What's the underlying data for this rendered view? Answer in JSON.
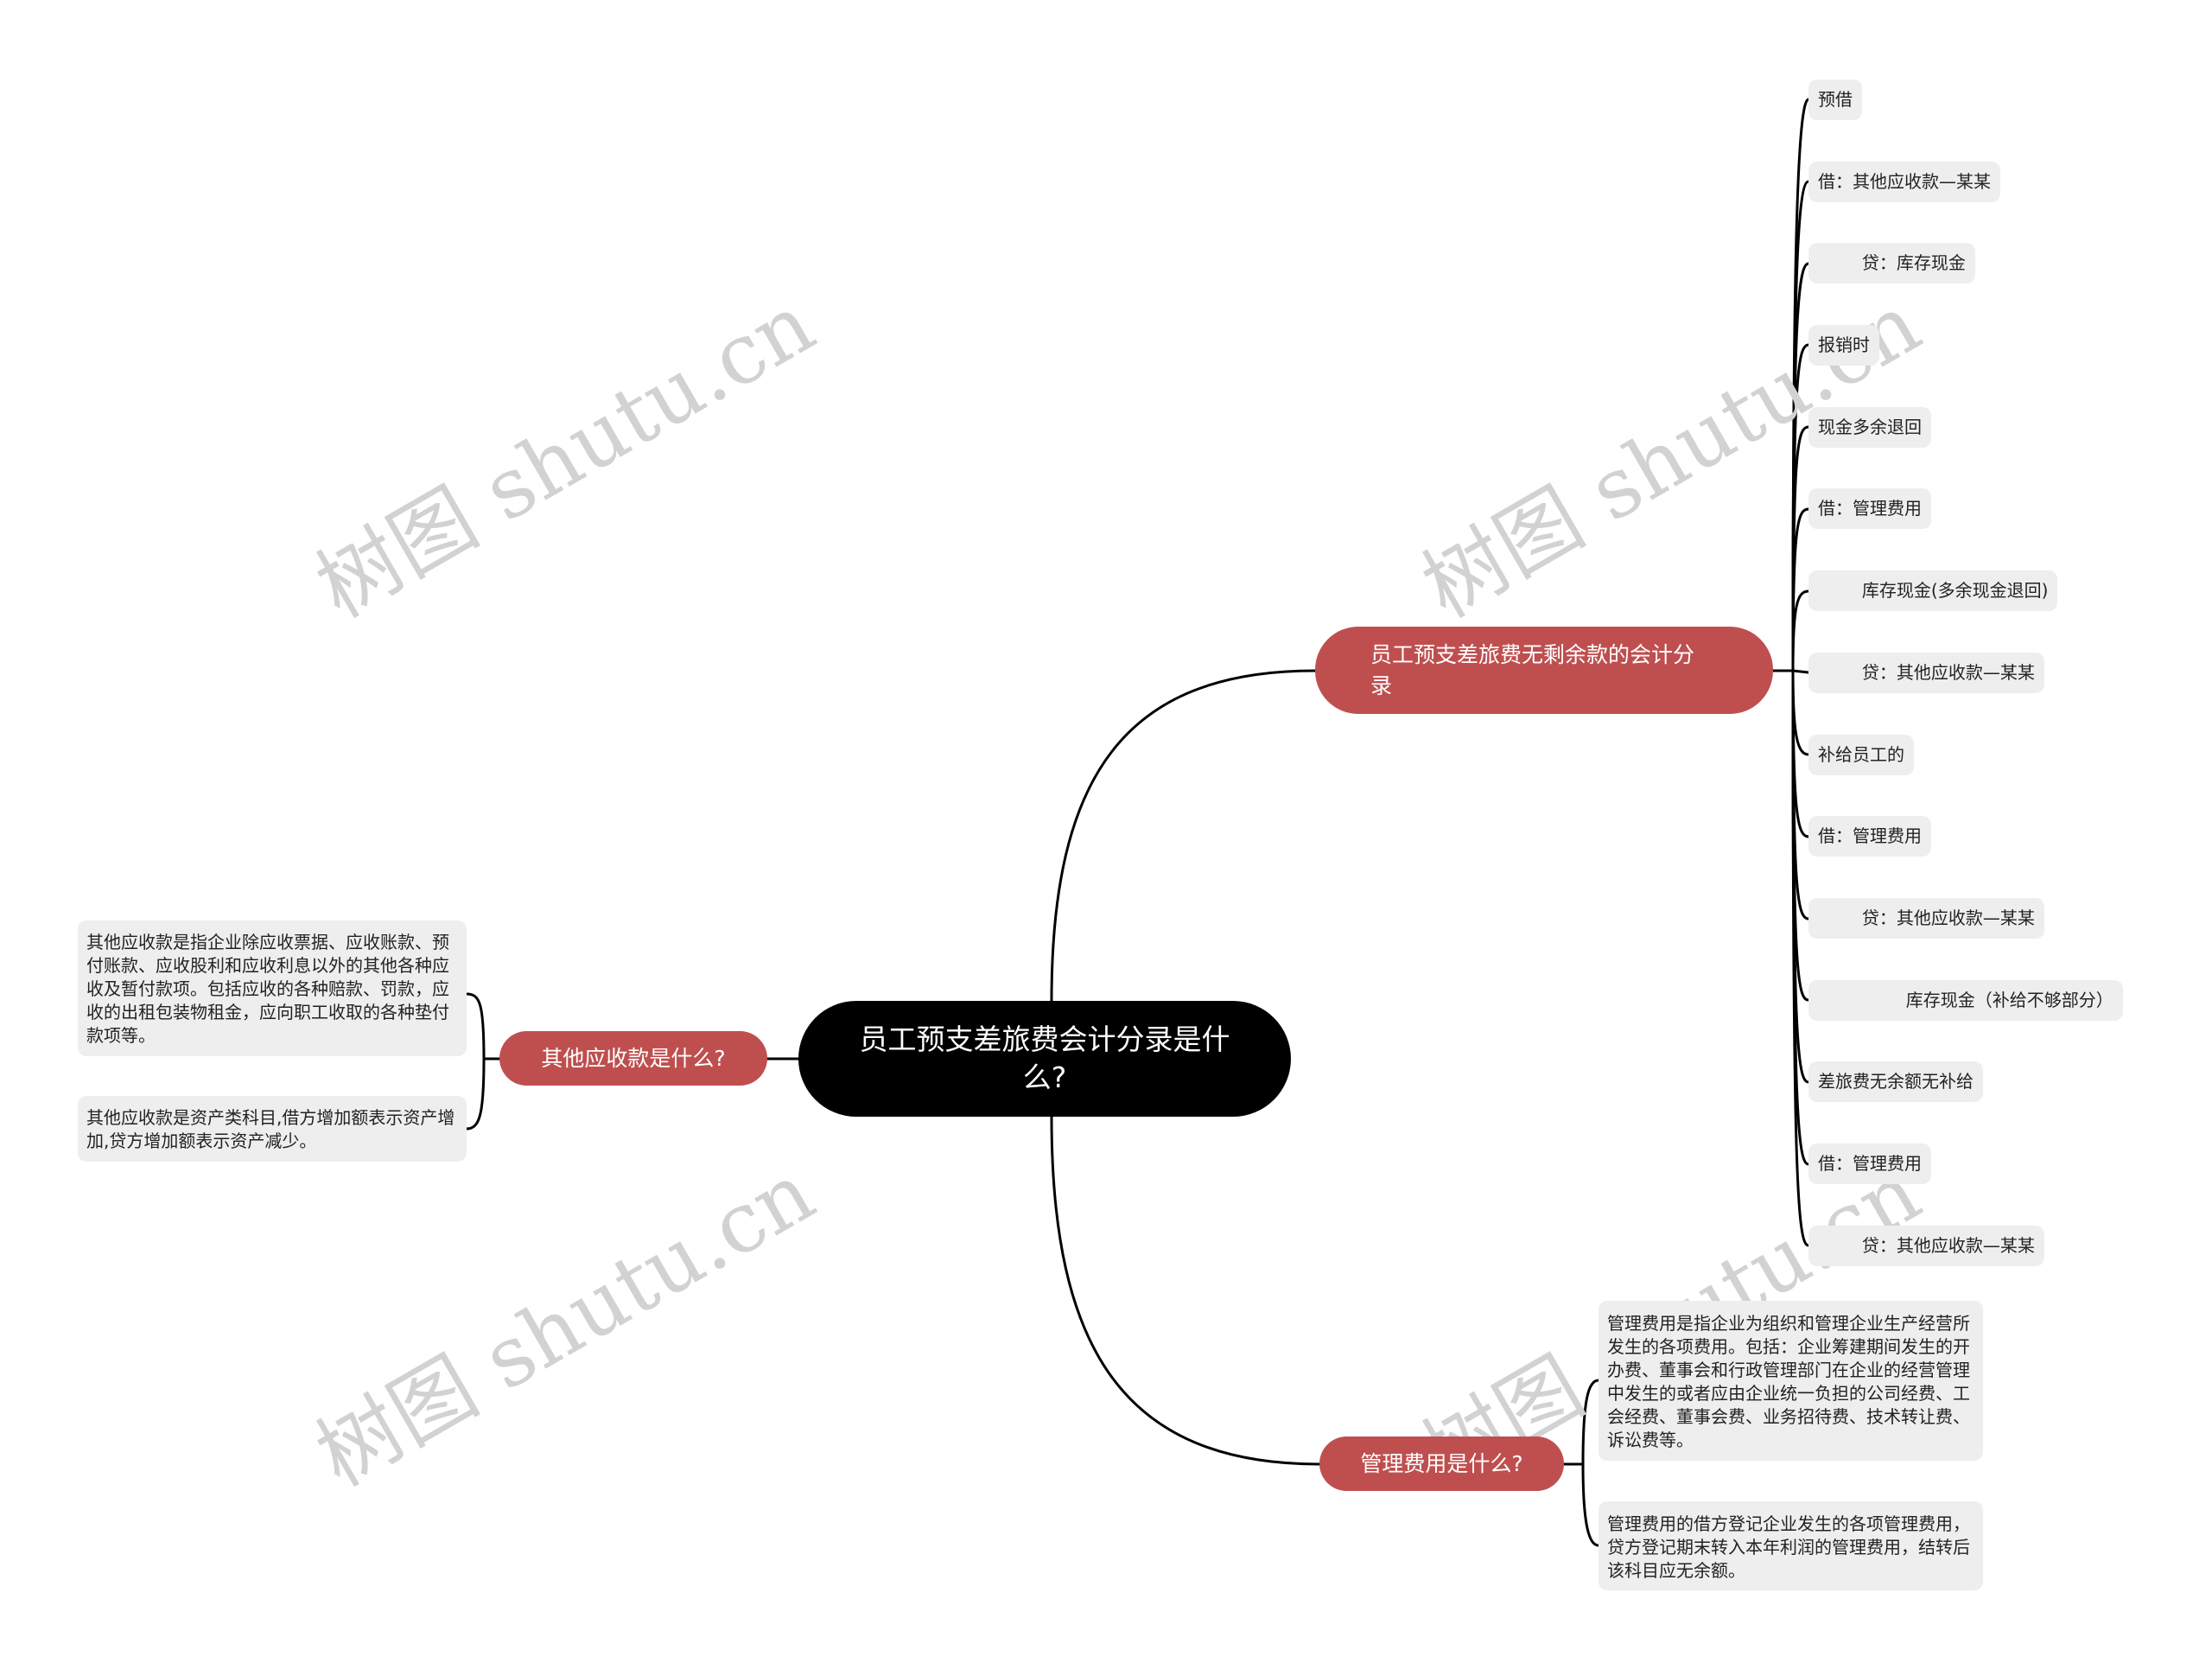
{
  "watermark": {
    "text": "树图 shutu.cn"
  },
  "root": {
    "label": "员工预支差旅费会计分录是什么?"
  },
  "branches": {
    "no_balance": {
      "label": "员工预支差旅费无剩余款的会计分录",
      "leaves": [
        "预借",
        "借：其他应收款—某某",
        "        贷：库存现金",
        "报销时",
        "现金多余退回",
        "借：管理费用",
        "        库存现金(多余现金退回)",
        "        贷：其他应收款—某某",
        "补给员工的",
        "借：管理费用",
        "        贷：其他应收款—某某",
        "                库存现金（补给不够部分）",
        "差旅费无余额无补给",
        "借：管理费用",
        "        贷：其他应收款—某某"
      ]
    },
    "other_receivables": {
      "label": "其他应收款是什么?",
      "notes": [
        "其他应收款是指企业除应收票据、应收账款、预付账款、应收股利和应收利息以外的其他各种应收及暂付款项。包括应收的各种赔款、罚款，应收的出租包装物租金，应向职工收取的各种垫付款项等。",
        "其他应收款是资产类科目,借方增加额表示资产增加,贷方增加额表示资产减少。"
      ]
    },
    "admin_expenses": {
      "label": "管理费用是什么?",
      "notes": [
        "管理费用是指企业为组织和管理企业生产经营所发生的各项费用。包括：企业筹建期间发生的开办费、董事会和行政管理部门在企业的经营管理中发生的或者应由企业统一负担的公司经费、工会经费、董事会费、业务招待费、技术转让费、诉讼费等。",
        "管理费用的借方登记企业发生的各项管理费用，贷方登记期末转入本年利润的管理费用，结转后该科目应无余额。"
      ]
    }
  },
  "colors": {
    "root_bg": "#000000",
    "branch_bg": "#bf4f4f",
    "leaf_bg": "#eeeeee",
    "connector": "#000000",
    "watermark": "#d2d2d2"
  }
}
